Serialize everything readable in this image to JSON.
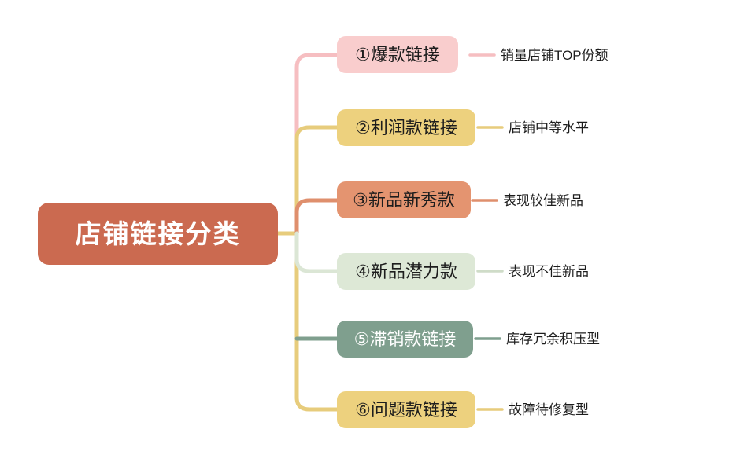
{
  "diagram": {
    "title": "店铺链接分类",
    "type": "mindmap",
    "background": "#ffffff",
    "root": {
      "label": "店铺链接分类",
      "fill": "#cb6a50",
      "text_color": "#ffffff"
    },
    "branches": [
      {
        "label": "①爆款链接",
        "note": "销量店铺TOP份额",
        "fill": "#f9cdcd",
        "line": "#f6bec1",
        "text_color": "#1d1d1d"
      },
      {
        "label": "②利润款链接",
        "note": "店铺中等水平",
        "fill": "#edd17e",
        "line": "#e7cc7c",
        "text_color": "#1d1d1d"
      },
      {
        "label": "③新品新秀款",
        "note": "表现较佳新品",
        "fill": "#e49470",
        "line": "#df8f6d",
        "text_color": "#1d1d1d"
      },
      {
        "label": "④新品潜力款",
        "note": "表现不佳新品",
        "fill": "#dde8d6",
        "line": "#dbe6d5",
        "text_color": "#1d1d1d"
      },
      {
        "label": "⑤滞销款链接",
        "note": "库存冗余积压型",
        "fill": "#7f9f8e",
        "line": "#7f9f8e",
        "text_color": "#ffffff"
      },
      {
        "label": "⑥问题款链接",
        "note": "故障待修复型",
        "fill": "#edd17e",
        "line": "#e7cc7c",
        "text_color": "#1d1d1d"
      }
    ]
  }
}
